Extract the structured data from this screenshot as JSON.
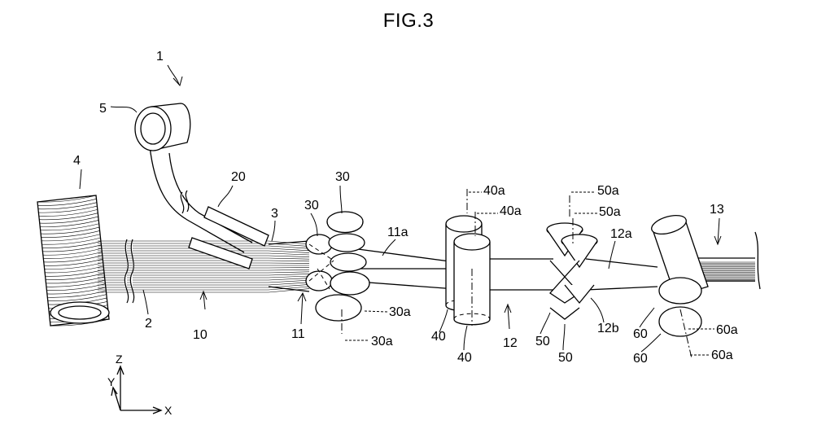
{
  "figure": {
    "title": "FIG.3"
  },
  "labels": {
    "device": "1",
    "strands": "2",
    "join": "3",
    "spool": "4",
    "reel": "5",
    "bundle": "10",
    "sheet": "11",
    "sheet_edge": "11a",
    "sheet_mid": "12",
    "sheet_mid_edge_a": "12a",
    "sheet_mid_edge_b": "12b",
    "output": "13",
    "guide": "20",
    "roll30_top": "30",
    "roll30_left": "30",
    "roll30_axis_a": "30a",
    "roll30_axis_b": "30a",
    "roll40_top": "40a",
    "roll40_mid": "40a",
    "roll40_left": "40",
    "roll40_bottom": "40",
    "roll50_top": "50a",
    "roll50_mid": "50a",
    "roll50_left": "50",
    "roll50_bottom": "50",
    "roll60_axis_a": "60a",
    "roll60_axis_b": "60a",
    "roll60_left": "60",
    "roll60_bottom": "60"
  },
  "axes": {
    "z": "Z",
    "y": "Y",
    "x": "X"
  }
}
